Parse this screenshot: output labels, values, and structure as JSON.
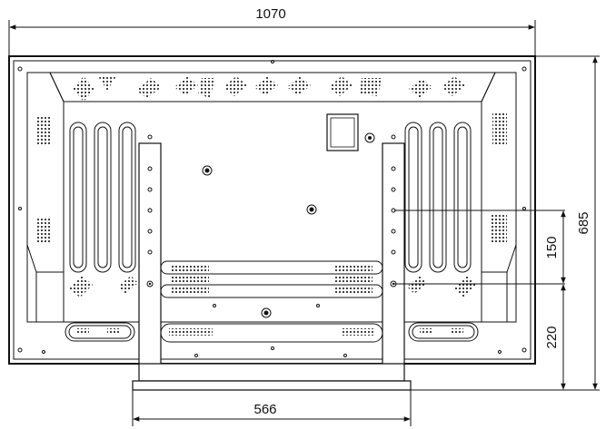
{
  "dimensions": {
    "overall_width": "1070",
    "stand_width": "566",
    "overall_height": "685",
    "mount_hole_spacing": "150",
    "mount_hole_height": "220"
  },
  "colors": {
    "line": "#111111",
    "background": "#ffffff"
  }
}
